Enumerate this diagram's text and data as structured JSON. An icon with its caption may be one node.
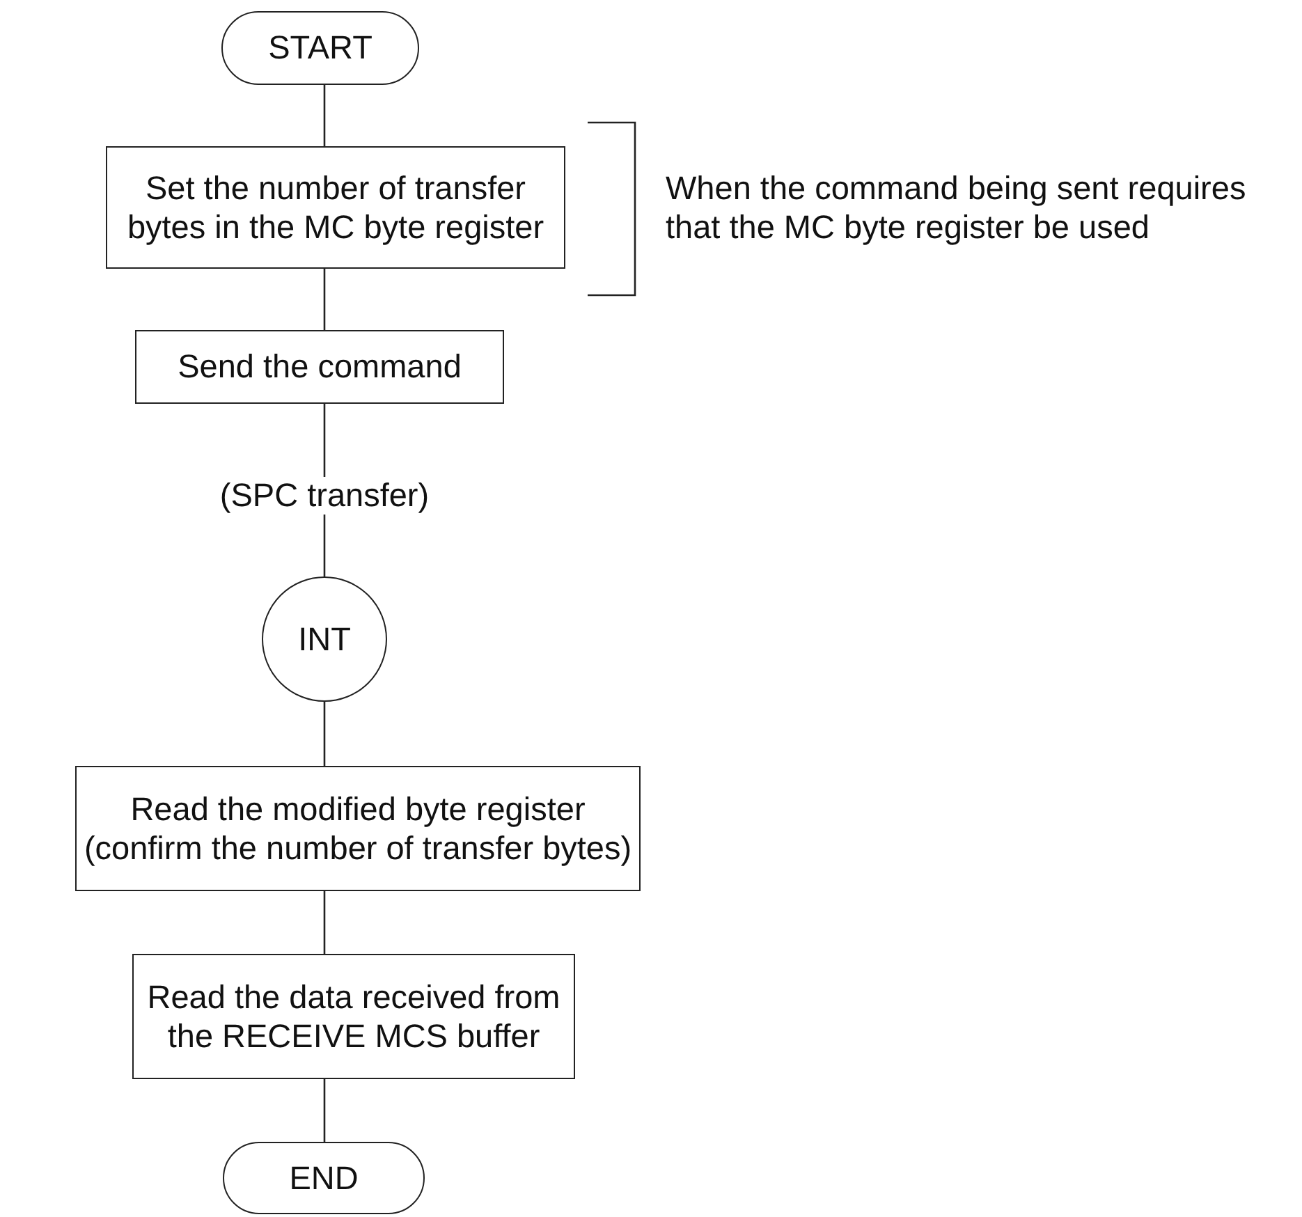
{
  "diagram": {
    "nodes": [
      {
        "text": [
          "START"
        ]
      },
      {
        "text": [
          "Set the number of transfer bytes in the MC byte register"
        ]
      },
      {
        "text": [
          "Send the command"
        ]
      },
      {
        "text": [
          "INT"
        ]
      },
      {
        "text": [
          "Read the modified byte register (confirm the number of transfer bytes)"
        ]
      },
      {
        "text": [
          "Read the data received from the RECEIVE MCS buffer"
        ]
      },
      {
        "text": [
          "END"
        ]
      }
    ],
    "edges": [
      {
        "from": 0,
        "to": 1,
        "arrow": "none"
      },
      {
        "from": 1,
        "to": 2,
        "arrow": "none"
      },
      {
        "from": 2,
        "to": 3,
        "arrow": "none",
        "label": "(SPC transfer)"
      },
      {
        "from": 3,
        "to": 4,
        "arrow": "none"
      },
      {
        "from": 4,
        "to": 5,
        "arrow": "none"
      },
      {
        "from": 5,
        "to": 6,
        "arrow": "none"
      }
    ],
    "labels": [
      "When the command being sent requires that the MC byte register be used"
    ]
  }
}
